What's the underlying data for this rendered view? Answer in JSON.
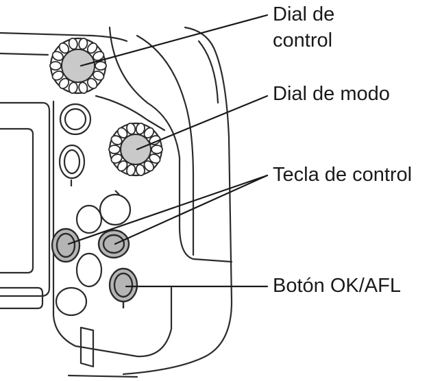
{
  "labels": {
    "dial_de_control_line1": "Dial de",
    "dial_de_control_line2": "control",
    "dial_de_modo": "Dial de modo",
    "tecla_de_control": "Tecla de control",
    "boton_ok_afl": "Botón OK/AFL"
  },
  "colors": {
    "outline": "#2b2b2b",
    "highlight": "#b5b5b5",
    "dial_fill": "#c9c9c9",
    "background": "#ffffff"
  }
}
